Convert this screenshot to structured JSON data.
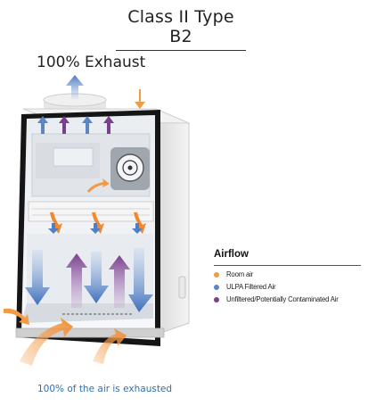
{
  "title": "Class II Type B2",
  "exhaust_label": "100% Exhaust",
  "legend": {
    "title": "Airflow",
    "items": [
      {
        "label": "Room air",
        "color": "#f39a44"
      },
      {
        "label": "ULPA Filtered Air",
        "color": "#5b86c7"
      },
      {
        "label": "Unfiltered/Potentially Contaminated Air",
        "color": "#7b3f8f"
      }
    ]
  },
  "footer": "100% of the air is exhausted"
}
